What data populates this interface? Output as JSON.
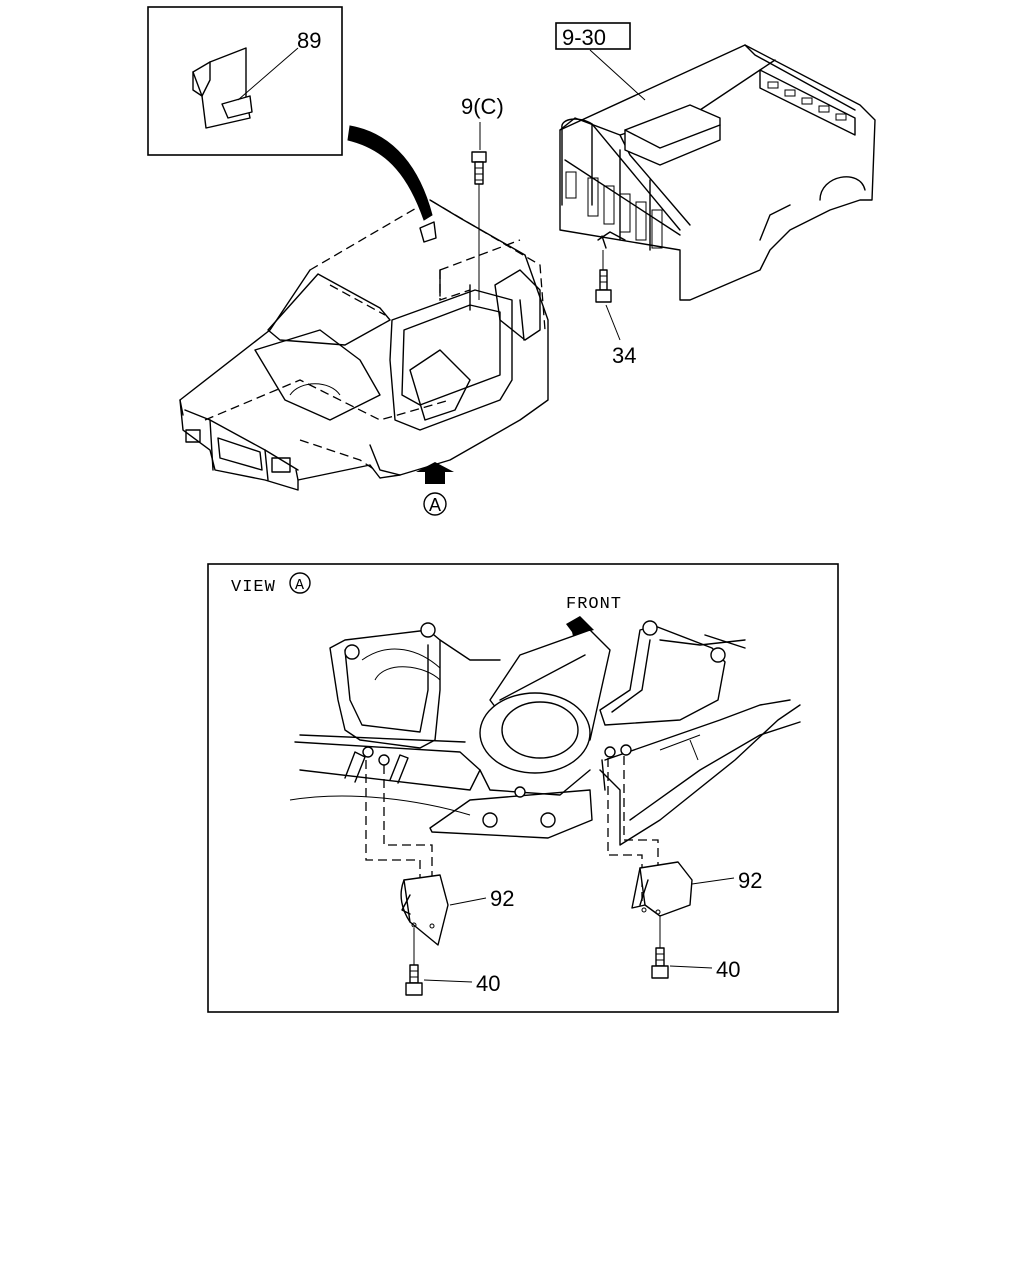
{
  "callouts": {
    "part_89": "89",
    "part_9c": "9(C)",
    "ref_9_30": "9-30",
    "part_34": "34",
    "view_marker": "A",
    "part_92_left": "92",
    "part_92_right": "92",
    "part_40_left": "40",
    "part_40_right": "40"
  },
  "view_panel": {
    "title": "VIEW",
    "marker": "A",
    "direction_label": "FRONT"
  },
  "icons": [
    "arrow-up-icon",
    "front-arrow-icon",
    "circle-marker-icon",
    "bolt-icon",
    "bracket-icon"
  ]
}
